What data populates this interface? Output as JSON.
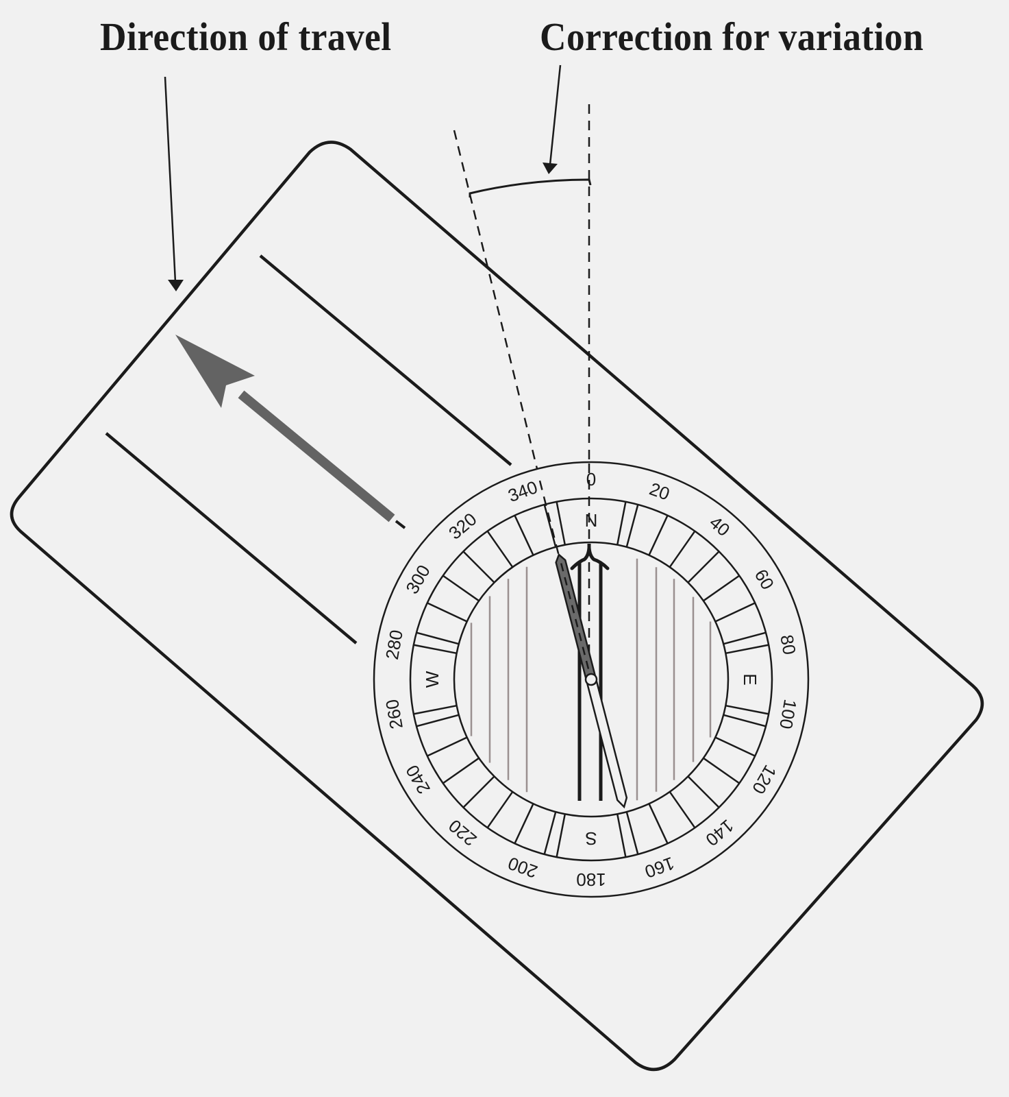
{
  "labels": {
    "direction_of_travel": "Direction of travel",
    "correction_for_variation": "Correction for variation"
  },
  "dial": {
    "degree_labels": [
      "0",
      "20",
      "40",
      "60",
      "80",
      "100",
      "120",
      "140",
      "160",
      "180",
      "200",
      "220",
      "240",
      "260",
      "280",
      "300",
      "320",
      "340"
    ],
    "cardinals": {
      "north": "N",
      "east": "E",
      "south": "S",
      "west": "W"
    }
  },
  "colors": {
    "background": "#f1f1f1",
    "line": "#1b1b1b",
    "travel_arrow": "#636363",
    "needle_north": "#6a6a6a",
    "needle_south": "#f1f1f1",
    "meridian_lines": "#9a9090"
  }
}
